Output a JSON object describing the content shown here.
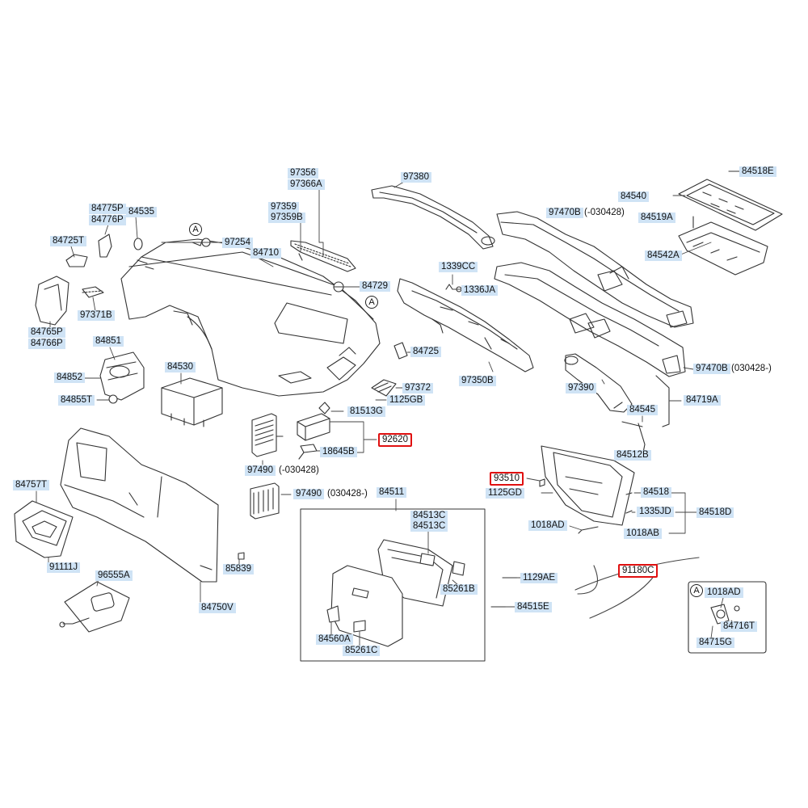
{
  "markers": {
    "a": "A"
  },
  "colors": {
    "label_bg": "#cfe3f5",
    "highlight": "#e01010"
  },
  "labels": [
    {
      "id": "97356",
      "text": "97356"
    },
    {
      "id": "97366A",
      "text": "97366A"
    },
    {
      "id": "97380",
      "text": "97380"
    },
    {
      "id": "84518E",
      "text": "84518E"
    },
    {
      "id": "84775P",
      "text": "84775P"
    },
    {
      "id": "84776P",
      "text": "84776P"
    },
    {
      "id": "84535",
      "text": "84535"
    },
    {
      "id": "97359",
      "text": "97359"
    },
    {
      "id": "97359B",
      "text": "97359B"
    },
    {
      "id": "84540",
      "text": "84540"
    },
    {
      "id": "97470B_a",
      "text": "97470B"
    },
    {
      "id": "84519A",
      "text": "84519A"
    },
    {
      "id": "84725T",
      "text": "84725T"
    },
    {
      "id": "97254",
      "text": "97254"
    },
    {
      "id": "84710",
      "text": "84710"
    },
    {
      "id": "84542A",
      "text": "84542A"
    },
    {
      "id": "1339CC",
      "text": "1339CC"
    },
    {
      "id": "84729",
      "text": "84729"
    },
    {
      "id": "1336JA",
      "text": "1336JA"
    },
    {
      "id": "97371B",
      "text": "97371B"
    },
    {
      "id": "84765P",
      "text": "84765P"
    },
    {
      "id": "84766P",
      "text": "84766P"
    },
    {
      "id": "84851",
      "text": "84851"
    },
    {
      "id": "84725",
      "text": "84725"
    },
    {
      "id": "97470B_b",
      "text": "97470B"
    },
    {
      "id": "84530",
      "text": "84530"
    },
    {
      "id": "84852",
      "text": "84852"
    },
    {
      "id": "97372",
      "text": "97372"
    },
    {
      "id": "97350B",
      "text": "97350B"
    },
    {
      "id": "97390",
      "text": "97390"
    },
    {
      "id": "1125GB",
      "text": "1125GB"
    },
    {
      "id": "84719A",
      "text": "84719A"
    },
    {
      "id": "84855T",
      "text": "84855T"
    },
    {
      "id": "81513G",
      "text": "81513G"
    },
    {
      "id": "84545",
      "text": "84545"
    },
    {
      "id": "92620",
      "text": "92620",
      "highlight": true
    },
    {
      "id": "18645B",
      "text": "18645B"
    },
    {
      "id": "84512B",
      "text": "84512B"
    },
    {
      "id": "97490_a",
      "text": "97490"
    },
    {
      "id": "93510",
      "text": "93510",
      "highlight": true
    },
    {
      "id": "84757T",
      "text": "84757T"
    },
    {
      "id": "97490_b",
      "text": "97490"
    },
    {
      "id": "84511",
      "text": "84511"
    },
    {
      "id": "1125GD",
      "text": "1125GD"
    },
    {
      "id": "84518",
      "text": "84518"
    },
    {
      "id": "84513C_a",
      "text": "84513C"
    },
    {
      "id": "84513C_b",
      "text": "84513C"
    },
    {
      "id": "1335JD",
      "text": "1335JD"
    },
    {
      "id": "84518D",
      "text": "84518D"
    },
    {
      "id": "1018AD_a",
      "text": "1018AD"
    },
    {
      "id": "1018AB",
      "text": "1018AB"
    },
    {
      "id": "91111J",
      "text": "91111J"
    },
    {
      "id": "96555A",
      "text": "96555A"
    },
    {
      "id": "85839",
      "text": "85839"
    },
    {
      "id": "91180C",
      "text": "91180C",
      "highlight": true
    },
    {
      "id": "1129AE",
      "text": "1129AE"
    },
    {
      "id": "85261B",
      "text": "85261B"
    },
    {
      "id": "1018AD_b",
      "text": "1018AD"
    },
    {
      "id": "84750V",
      "text": "84750V"
    },
    {
      "id": "84515E",
      "text": "84515E"
    },
    {
      "id": "84716T",
      "text": "84716T"
    },
    {
      "id": "84560A",
      "text": "84560A"
    },
    {
      "id": "85261C",
      "text": "85261C"
    },
    {
      "id": "84715G",
      "text": "84715G"
    }
  ],
  "notes": {
    "n97470B_a": "(-030428)",
    "n97470B_b": "(030428-)",
    "n97490_a": "(-030428)",
    "n97490_b": "(030428-)"
  }
}
